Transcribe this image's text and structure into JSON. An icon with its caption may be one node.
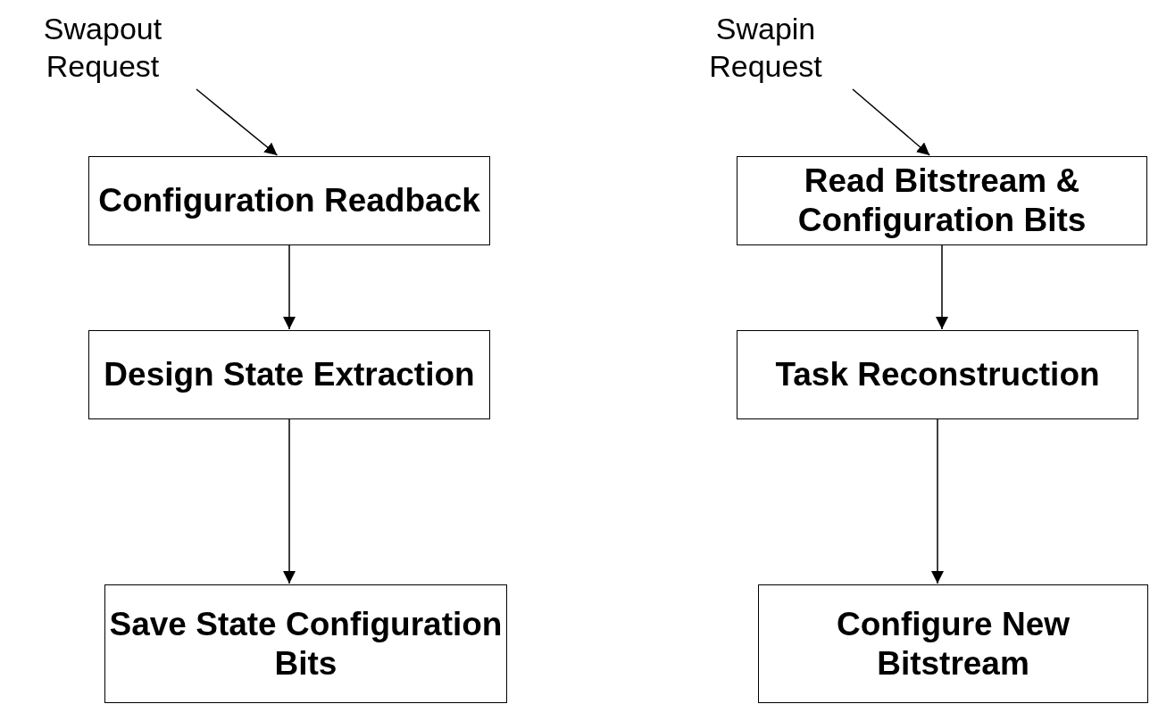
{
  "diagram": {
    "nodes": [
      {
        "text": [
          "Swapout Request"
        ]
      },
      {
        "text": [
          "Configuration Readback"
        ]
      },
      {
        "text": [
          "Design State Extraction"
        ]
      },
      {
        "text": [
          "Save State Configuration Bits"
        ]
      },
      {
        "text": [
          "Swapin Request"
        ]
      },
      {
        "text": [
          "Read Bitstream & Configuration Bits"
        ]
      },
      {
        "text": [
          "Task Reconstruction"
        ]
      },
      {
        "text": [
          "Configure New Bitstream"
        ]
      }
    ],
    "edges": [
      {
        "from": 0,
        "to": 1,
        "arrow": "to"
      },
      {
        "from": 1,
        "to": 2,
        "arrow": "to"
      },
      {
        "from": 2,
        "to": 3,
        "arrow": "to"
      },
      {
        "from": 4,
        "to": 5,
        "arrow": "to"
      },
      {
        "from": 5,
        "to": 6,
        "arrow": "to"
      },
      {
        "from": 6,
        "to": 7,
        "arrow": "to"
      }
    ]
  }
}
